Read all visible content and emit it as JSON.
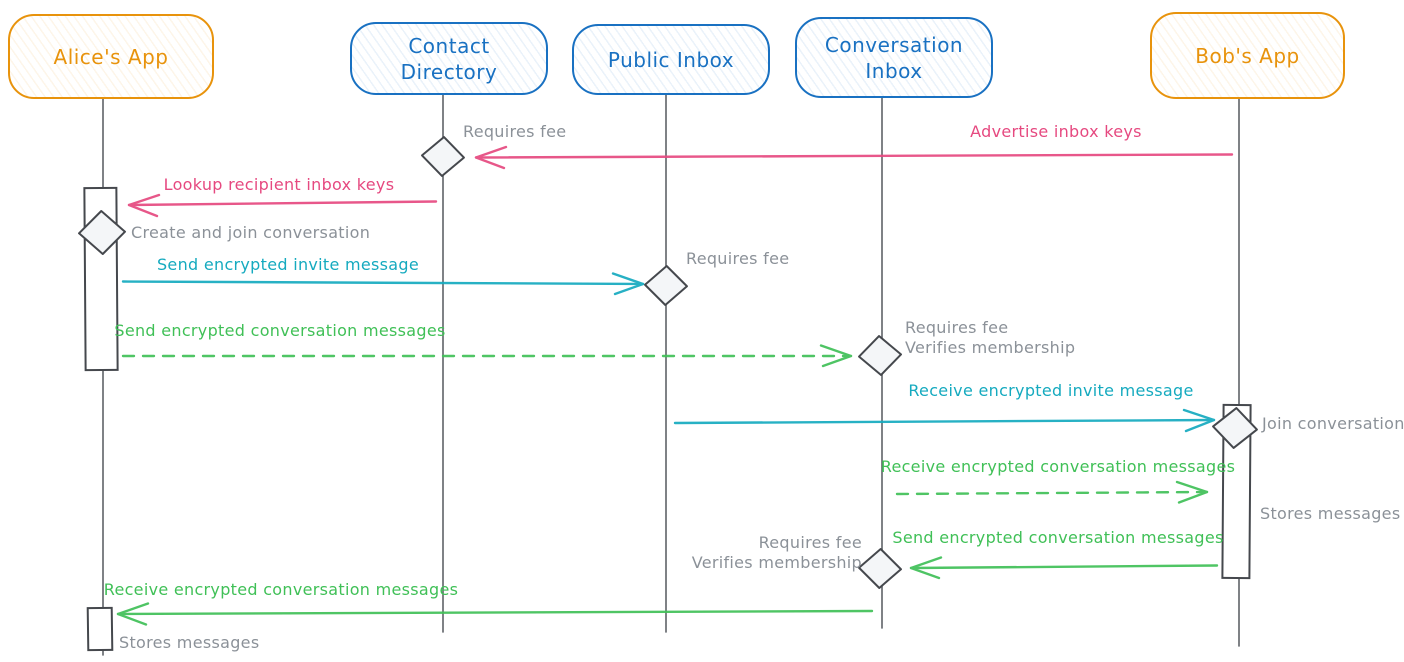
{
  "palette": {
    "orange": "#e8930c",
    "blue": "#1971c2",
    "pink": "#e64980",
    "teal": "#15aabf",
    "green": "#40c057",
    "gray": "#8b9198"
  },
  "actors": [
    {
      "id": "alice-app",
      "label": "Alice's App",
      "color": "orange"
    },
    {
      "id": "contact-directory",
      "label": "Contact Directory",
      "color": "blue"
    },
    {
      "id": "public-inbox",
      "label": "Public Inbox",
      "color": "blue"
    },
    {
      "id": "conversation-inbox",
      "label": "Conversation Inbox",
      "color": "blue"
    },
    {
      "id": "bobs-app",
      "label": "Bob's App",
      "color": "orange"
    }
  ],
  "messages": [
    {
      "label": "Advertise inbox keys",
      "from": "bobs-app",
      "to": "contact-directory",
      "style": "solid",
      "color": "pink"
    },
    {
      "label": "Lookup recipient inbox keys",
      "from": "contact-directory",
      "to": "alice-app",
      "style": "solid",
      "color": "pink"
    },
    {
      "label": "Send encrypted invite message",
      "from": "alice-app",
      "to": "public-inbox",
      "style": "solid",
      "color": "teal"
    },
    {
      "label": "Send encrypted conversation messages",
      "from": "alice-app",
      "to": "conversation-inbox",
      "style": "dashed",
      "color": "green"
    },
    {
      "label": "Receive encrypted invite message",
      "from": "public-inbox",
      "to": "bobs-app",
      "style": "solid",
      "color": "teal"
    },
    {
      "label": "Receive encrypted conversation messages",
      "from": "conversation-inbox",
      "to": "bobs-app",
      "style": "dashed",
      "color": "green"
    },
    {
      "label": "Send encrypted conversation messages",
      "from": "bobs-app",
      "to": "conversation-inbox",
      "style": "solid",
      "color": "green"
    },
    {
      "label": "Receive encrypted conversation messages",
      "from": "conversation-inbox",
      "to": "alice-app",
      "style": "solid",
      "color": "green"
    }
  ],
  "notes": [
    {
      "text": "Requires fee",
      "anchor": "contact-directory"
    },
    {
      "text": "Create and join conversation",
      "anchor": "alice-app"
    },
    {
      "text": "Requires fee",
      "anchor": "public-inbox"
    },
    {
      "text": "Requires fee",
      "anchor": "conversation-inbox"
    },
    {
      "text": "Verifies membership",
      "anchor": "conversation-inbox"
    },
    {
      "text": "Join conversation",
      "anchor": "bobs-app"
    },
    {
      "text": "Stores messages",
      "anchor": "bobs-app"
    },
    {
      "text": "Requires fee",
      "anchor": "conversation-inbox"
    },
    {
      "text": "Verifies membership",
      "anchor": "conversation-inbox"
    },
    {
      "text": "Stores messages",
      "anchor": "alice-app"
    }
  ]
}
